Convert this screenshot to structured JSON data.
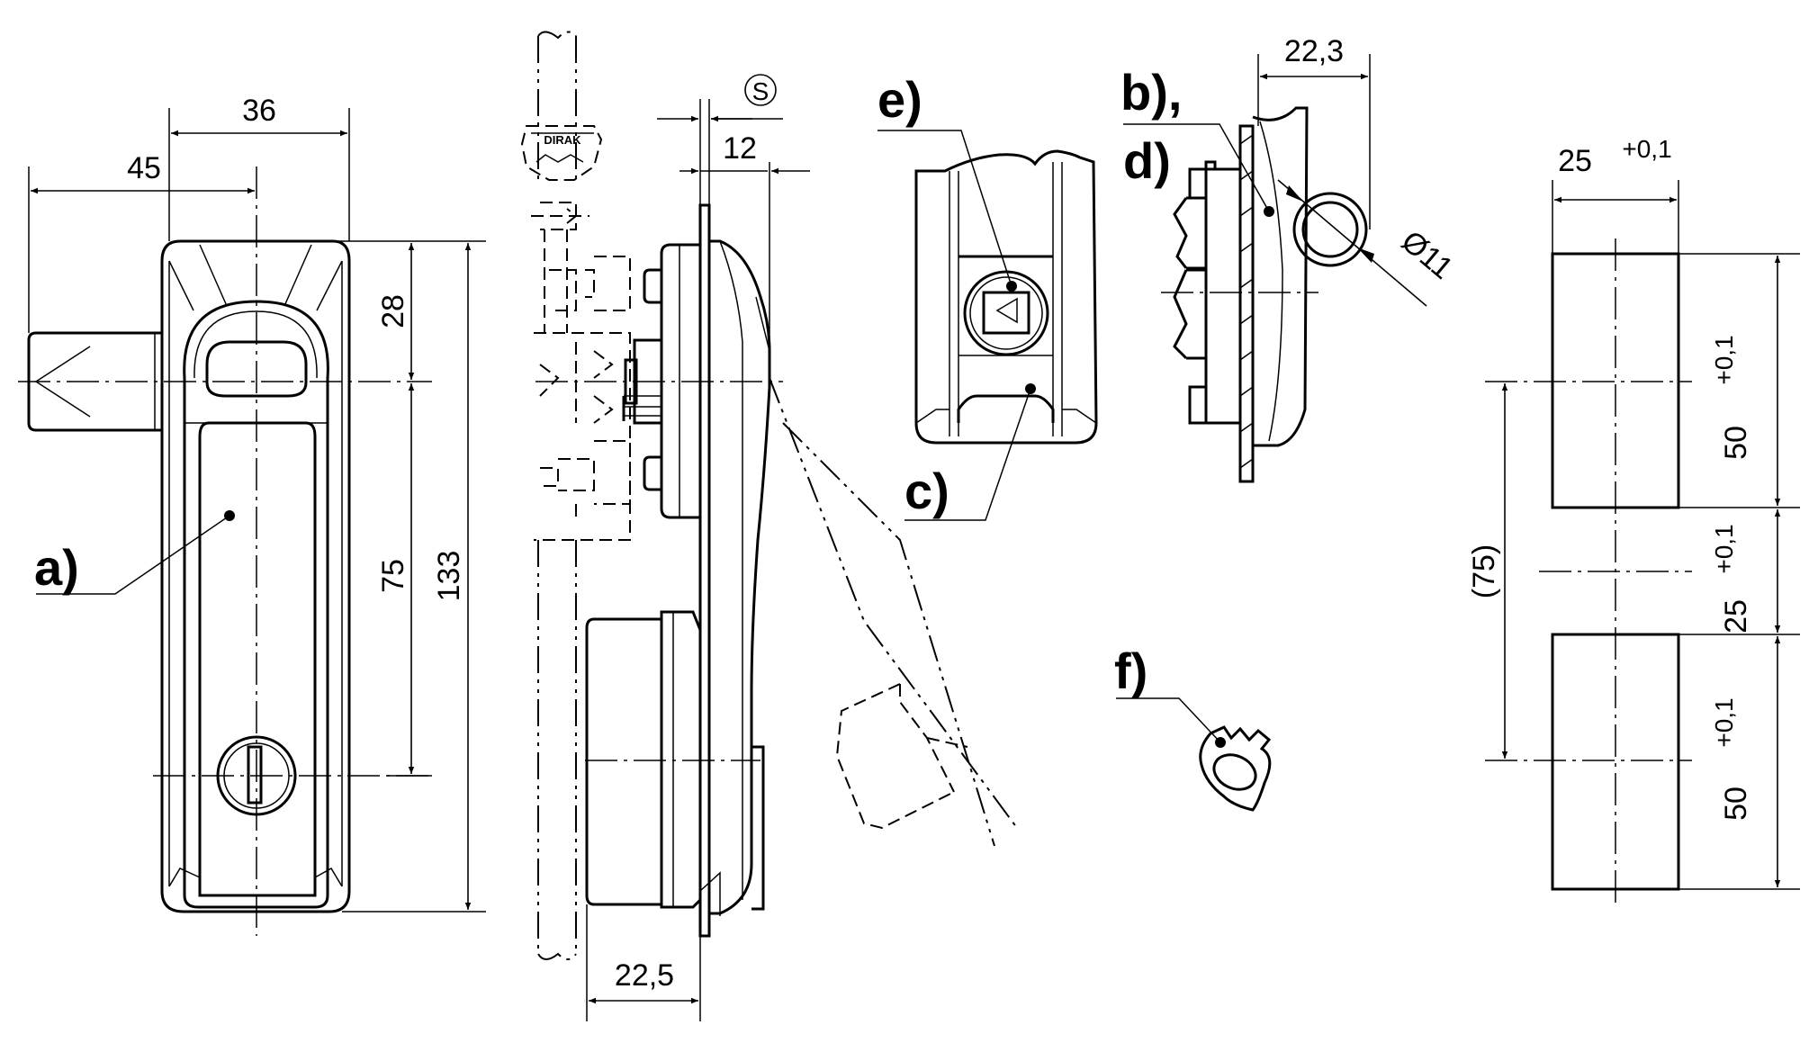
{
  "dimensions": {
    "d36": "36",
    "d45": "45",
    "d28": "28",
    "d75": "75",
    "d133": "133",
    "d_s": "S",
    "d12": "12",
    "d22_5": "22,5",
    "d22_3": "22,3",
    "d_phi11": "Ø11"
  },
  "cutout": {
    "width": "25",
    "width_tol": "+0,1",
    "height_top": "50",
    "height_top_tol": "+0,1",
    "gap": "25",
    "gap_tol": "+0,1",
    "height_bottom": "50",
    "height_bottom_tol": "+0,1",
    "pitch": "(75)"
  },
  "labels": {
    "a": "a)",
    "b": "b),",
    "c": "c)",
    "d": "d)",
    "e": "e)",
    "f": "f)"
  },
  "key_brand": "DIRAK"
}
